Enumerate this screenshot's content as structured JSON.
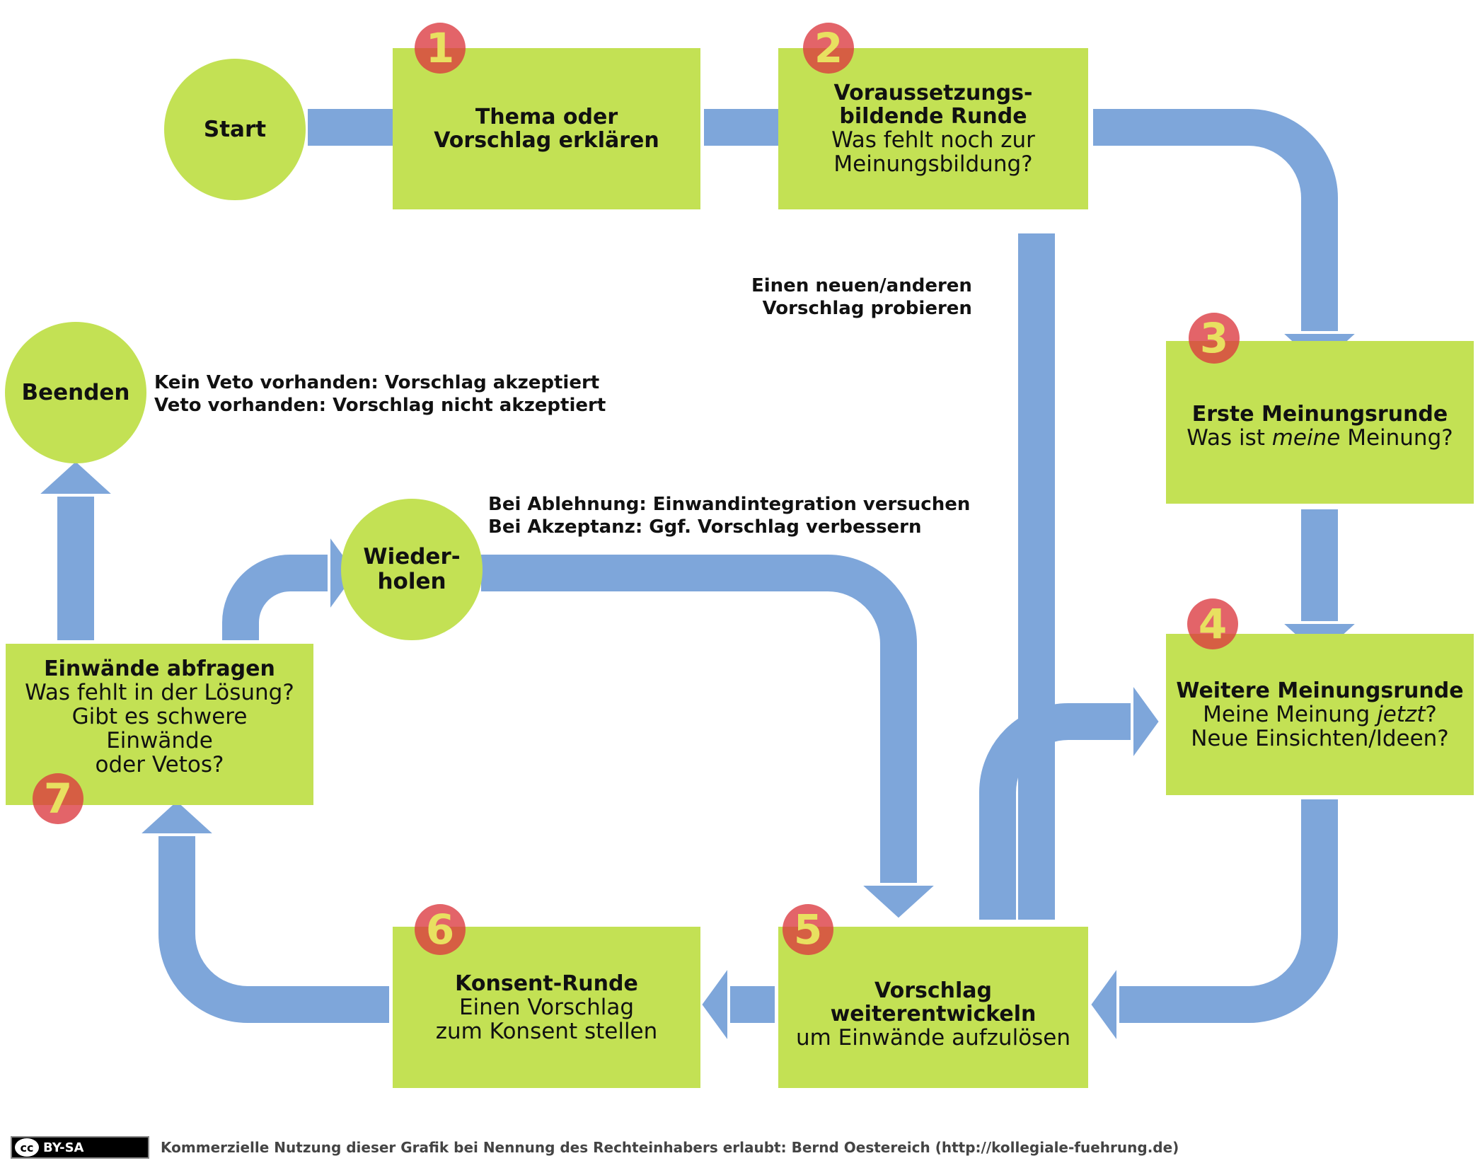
{
  "nodes": {
    "start": {
      "label": "Start"
    },
    "s1": {
      "badge": "1",
      "title": "Thema oder\nVorschlag erklären",
      "sub": ""
    },
    "s2": {
      "badge": "2",
      "title": "Voraussetzungs-\nbildende Runde",
      "sub": "Was fehlt noch zur\nMeinungsbildung?"
    },
    "s3": {
      "badge": "3",
      "title": "Erste Meinungsrunde",
      "sub_pre": "Was ist ",
      "sub_em": "meine",
      "sub_post": " Meinung?"
    },
    "s4": {
      "badge": "4",
      "title": "Weitere Meinungsrunde",
      "sub_pre": "Meine Meinung ",
      "sub_em": "jetzt",
      "sub_post": "?",
      "sub2": "Neue Einsichten/Ideen?"
    },
    "s5": {
      "badge": "5",
      "title": "Vorschlag\nweiterentwickeln",
      "sub": "um Einwände aufzulösen"
    },
    "s6": {
      "badge": "6",
      "title": "Konsent-Runde",
      "sub": "Einen Vorschlag\nzum Konsent stellen"
    },
    "s7": {
      "badge": "7",
      "title": "Einwände abfragen",
      "sub": "Was fehlt in der Lösung?\nGibt es schwere Einwände\noder Vetos?"
    },
    "wiederholen": {
      "label": "Wieder-\nholen"
    },
    "beenden": {
      "label": "Beenden"
    }
  },
  "notes": {
    "new_proposal": "Einen neuen/anderen\nVorschlag probieren",
    "veto": "Kein Veto vorhanden: Vorschlag akzeptiert\nVeto vorhanden: Vorschlag nicht akzeptiert",
    "repeat": "Bei Ablehnung: Einwandintegration versuchen\nBei Akzeptanz: Ggf. Vorschlag verbessern"
  },
  "footer": {
    "license_mark": "cc",
    "license_label": "BY-SA",
    "text": "Kommerzielle Nutzung dieser Grafik bei Nennung des Rechteinhabers erlaubt: Bernd Oestereich (http://kollegiale-fuehrung.de)"
  },
  "colors": {
    "box": "#c3e154",
    "arrow": "#7ea6da",
    "badge": "#db393f",
    "badge_text": "#e8e060"
  }
}
